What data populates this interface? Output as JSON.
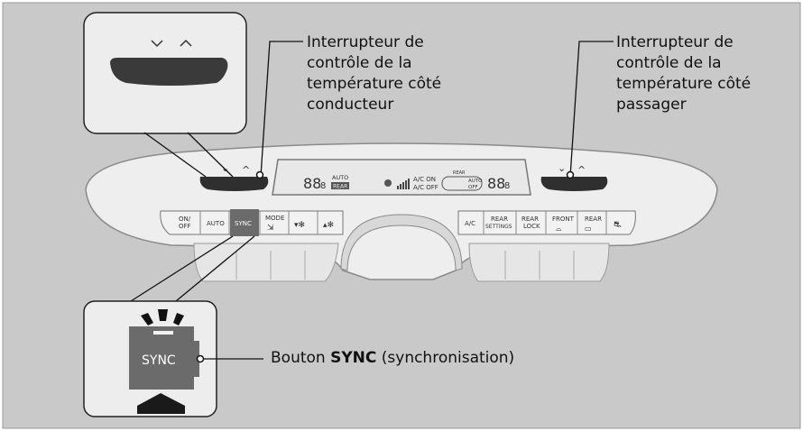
{
  "callouts": {
    "driver": "Interrupteur de\ncontrôle de la\ntempérature côté\nconducteur",
    "passenger": "Interrupteur de\ncontrôle de la\ntempérature côté\npassager",
    "sync_prefix": "Bouton ",
    "sync_bold": "SYNC",
    "sync_suffix": " (synchronisation)"
  },
  "display": {
    "left_temp": "88",
    "left_temp_small": "8",
    "auto_label": "AUTO",
    "rear_label": "REAR",
    "ac_on": "A/C ON",
    "ac_off": "A/C OFF",
    "rear_small": "REAR",
    "right_auto": "AUTO",
    "right_off": "OFF",
    "right_temp": "88",
    "right_temp_small": "8"
  },
  "buttons": {
    "on_off": "ON/\nOFF",
    "auto": "AUTO",
    "sync": "SYNC",
    "mode": "MODE",
    "ac": "A/C",
    "rear_settings": "REAR\nSETTINGS",
    "rear_lock": "REAR\nLOCK",
    "front": "FRONT",
    "rear": "REAR"
  },
  "zoom_sync_label": "SYNC",
  "colors": {
    "background": "#c9c9c9",
    "panel": "#ededed",
    "accent_sync": "#6b6b6b",
    "switch": "#2f2f2f"
  }
}
